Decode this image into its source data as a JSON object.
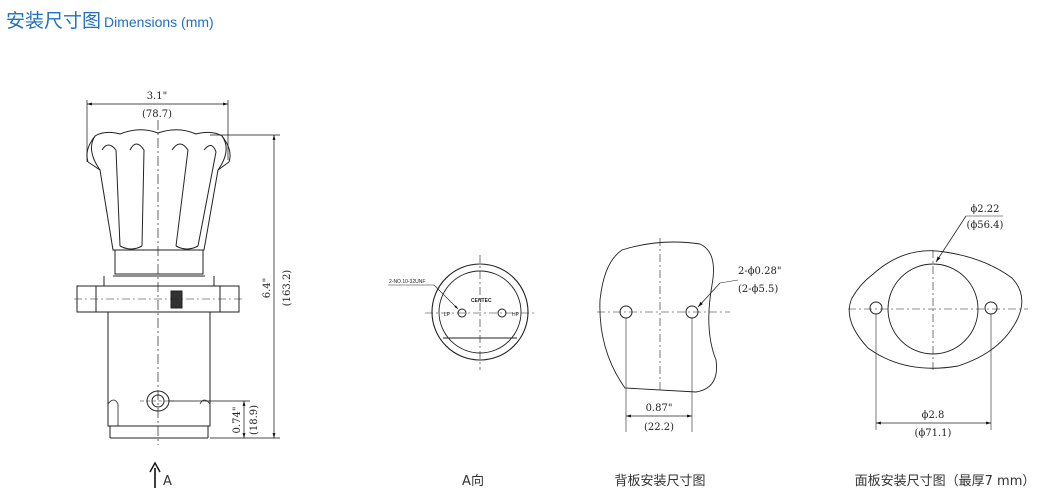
{
  "header": {
    "title_cn": "安装尺寸图",
    "title_en": "Dimensions (mm)"
  },
  "front": {
    "width_in": "3.1\"",
    "width_mm": "(78.7)",
    "height_in": "6.4\"",
    "height_mm": "(163.2)",
    "port_in": "0.74\"",
    "port_mm": "(18.9)",
    "view_marker": "A"
  },
  "view_a": {
    "thread_label": "2-NO.10-32UNF",
    "logo": "CENTEC",
    "lp_label": "LP",
    "hp_label": "HP"
  },
  "back_panel": {
    "hole_in": "2-ϕ0.28\"",
    "hole_mm": "(2-ϕ5.5)",
    "spacing_in": "0.87\"",
    "spacing_mm": "(22.2)"
  },
  "front_panel": {
    "bore_in": "ϕ2.22",
    "bore_mm": "(ϕ56.4)",
    "spacing_in": "ϕ2.8",
    "spacing_mm": "(ϕ71.1)"
  },
  "captions": {
    "a_view": "A向",
    "back_panel": "背板安装尺寸图",
    "front_panel": "面板安装尺寸图（最厚7 mm）"
  }
}
